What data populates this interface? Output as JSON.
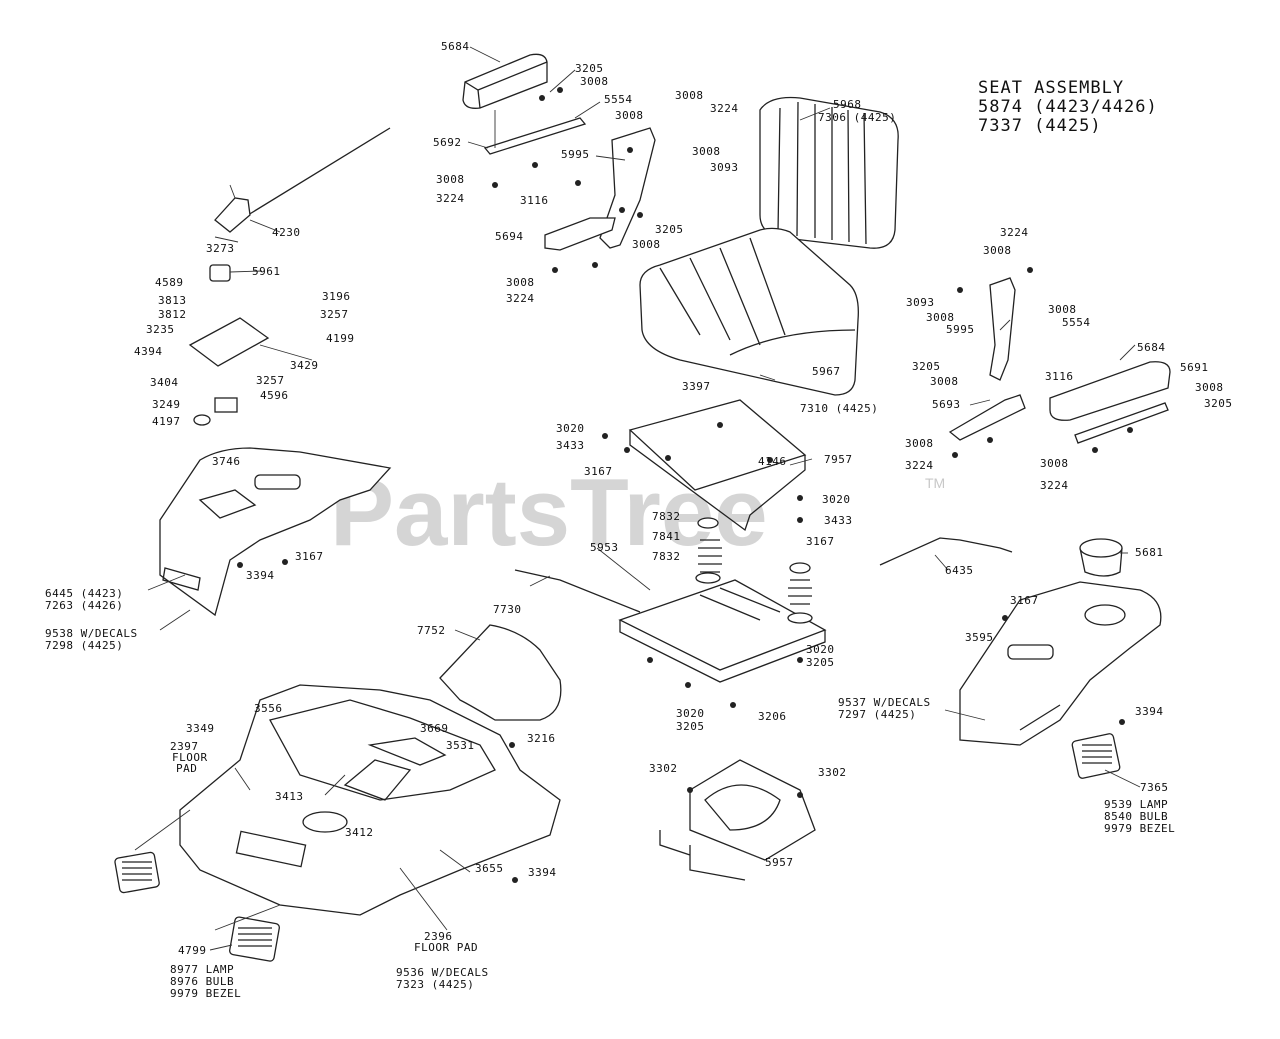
{
  "title": {
    "line1": "SEAT ASSEMBLY",
    "line2": "5874 (4423/4426)",
    "line3": "7337 (4425)"
  },
  "watermark": {
    "text": "PartsTree",
    "tm": "TM"
  },
  "labels": {
    "l5684a": "5684",
    "l3205a": "3205",
    "l3008a": "3008",
    "l5554a": "5554",
    "l3008b": "3008",
    "l3224a": "3224",
    "l3008c": "3008",
    "l5968": "5968",
    "l7306": "7306 (4425)",
    "l5692": "5692",
    "l5995a": "5995",
    "l3008d": "3008",
    "l3093a": "3093",
    "l3008e": "3008",
    "l3224b": "3224",
    "l3116a": "3116",
    "l3205b": "3205",
    "l3008f": "3008",
    "l5694": "5694",
    "l3008g": "3008",
    "l3224c": "3224",
    "l4230": "4230",
    "l3273": "3273",
    "l5961": "5961",
    "l4589": "4589",
    "l3196": "3196",
    "l3813": "3813",
    "l3257a": "3257",
    "l3812": "3812",
    "l3235": "3235",
    "l4199": "4199",
    "l4394": "4394",
    "l3429": "3429",
    "l3404": "3404",
    "l3257b": "3257",
    "l4596": "4596",
    "l3249": "3249",
    "l4197": "4197",
    "l3224d": "3224",
    "l3008h": "3008",
    "l3093b": "3093",
    "l3008i": "3008",
    "l3008j": "3008",
    "l5554b": "5554",
    "l5995b": "5995",
    "l5684b": "5684",
    "l3205c": "3205",
    "l5691": "5691",
    "l3008k": "3008",
    "l3116b": "3116",
    "l3008l": "3008",
    "l3205d": "3205",
    "l5693": "5693",
    "l3008m": "3008",
    "l3224e": "3224",
    "l3008n": "3008",
    "l3224f": "3224",
    "l5967": "5967",
    "l7310": "7310 (4425)",
    "l3397": "3397",
    "l3020a": "3020",
    "l3433a": "3433",
    "l3167a": "3167",
    "l4146": "4146",
    "l7957": "7957",
    "l3020b": "3020",
    "l3433b": "3433",
    "l7832a": "7832",
    "l7841": "7841",
    "l7832b": "7832",
    "l3167b": "3167",
    "l5953": "5953",
    "l7730": "7730",
    "l3746": "3746",
    "l3167c": "3167",
    "l3394a": "3394",
    "l6445": "6445 (4423)",
    "l7263": "7263 (4426)",
    "l9538": "9538 W/DECALS",
    "l7298": "7298 (4425)",
    "l6435": "6435",
    "l5681": "5681",
    "l3167d": "3167",
    "l3595": "3595",
    "l9537": "9537 W/DECALS",
    "l7297": "7297 (4425)",
    "l3394b": "3394",
    "l7365": "7365",
    "l9539": "9539 LAMP",
    "l8540": "8540 BULB",
    "l9979a": "9979 BEZEL",
    "l7752": "7752",
    "l3020c": "3020",
    "l3205e": "3205",
    "l3020d": "3020",
    "l3205f": "3205",
    "l3206": "3206",
    "l3302a": "3302",
    "l3302b": "3302",
    "l5957": "5957",
    "l3349": "3349",
    "l3556": "3556",
    "l2397": "2397",
    "l2397b": "FLOOR",
    "l2397c": "PAD",
    "l3669": "3669",
    "l3531": "3531",
    "l3216": "3216",
    "l3413": "3413",
    "l3412": "3412",
    "l3655": "3655",
    "l3394c": "3394",
    "l2396": "2396",
    "l2396b": "FLOOR PAD",
    "l4799": "4799",
    "l8977": "8977 LAMP",
    "l8976": "8976 BULB",
    "l9979b": "9979 BEZEL",
    "l9536": "9536 W/DECALS",
    "l7323": "7323 (4425)"
  }
}
